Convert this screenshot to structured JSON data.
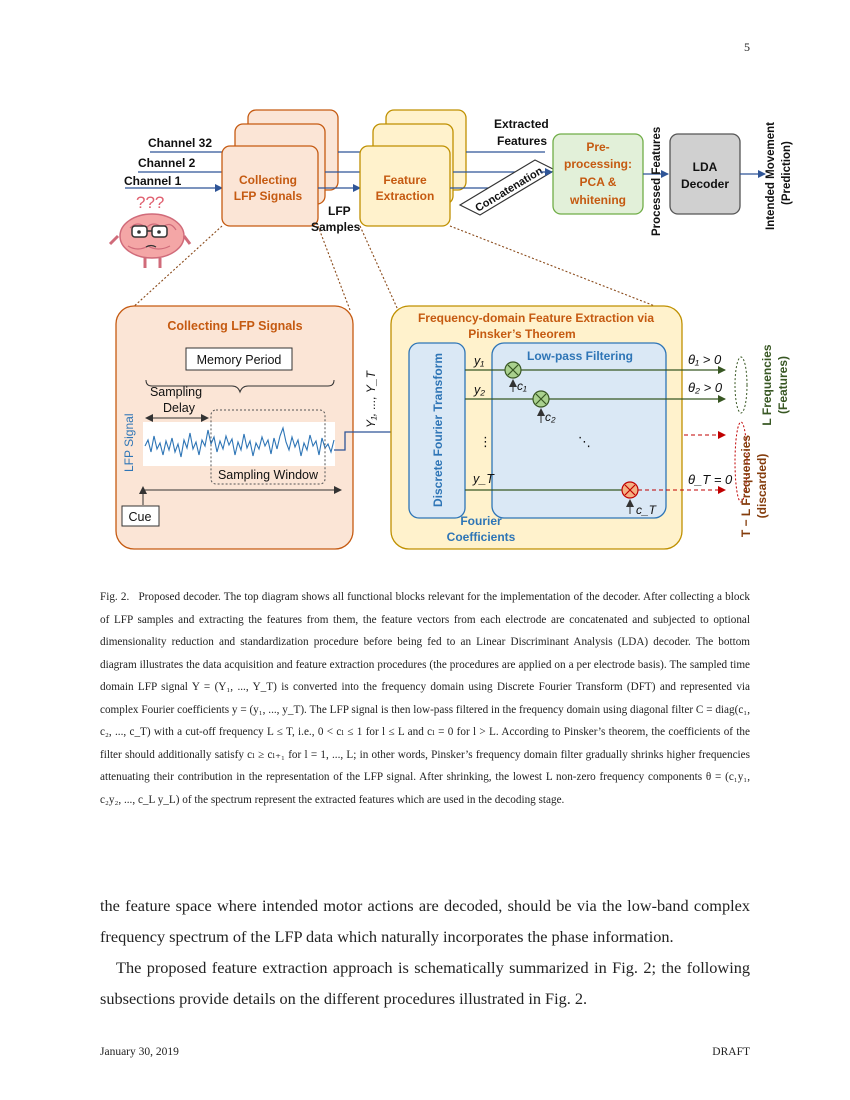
{
  "page_number": "5",
  "figure": {
    "top": {
      "channel_32": "Channel 32",
      "channel_2": "Channel 2",
      "channel_1": "Channel 1",
      "question_marks": "???",
      "collecting_line1": "Collecting",
      "collecting_line2": "LFP Signals",
      "lfp_samples_line1": "LFP",
      "lfp_samples_line2": "Samples",
      "feature_line1": "Feature",
      "feature_line2": "Extraction",
      "extracted_line1": "Extracted",
      "extracted_line2": "Features",
      "concatenation": "Concatenation",
      "pre_line1": "Pre-",
      "pre_line2": "processing:",
      "pre_line3": "PCA &",
      "pre_line4": "whitening",
      "processed_features": "Processed Features",
      "lda_line1": "LDA",
      "lda_line2": "Decoder",
      "intended_line1": "Intended Movement",
      "intended_line2": "(Prediction)"
    },
    "left_panel": {
      "title": "Collecting LFP Signals",
      "memory_period": "Memory Period",
      "sampling_delay_line1": "Sampling",
      "sampling_delay_line2": "Delay",
      "lfp_signal": "LFP Signal",
      "sampling_window": "Sampling Window",
      "cue": "Cue",
      "y_sequence": "Y₁, ..., Y_T"
    },
    "right_panel": {
      "title_line1": "Frequency-domain Feature Extraction via",
      "title_line2": "Pinsker’s Theorem",
      "dft": "Discrete Fourier Transform",
      "low_pass": "Low-pass Filtering",
      "y1": "y₁",
      "y2": "y₂",
      "vdots": "⋮",
      "yT": "y_T",
      "c1": "c₁",
      "c2": "c₂",
      "ddots": "⋱",
      "cT": "c_T",
      "fourier_line1": "Fourier",
      "fourier_line2": "Coefficients",
      "theta1": "θ₁ > 0",
      "theta2": "θ₂ > 0",
      "thetaT": "θ_T = 0",
      "l_freq_line1": "L Frequencies",
      "l_freq_line2": "(Features)",
      "tl_freq_line1": "T − L Frequencies",
      "tl_freq_line2": "(discarded)"
    }
  },
  "caption": {
    "label": "Fig. 2.",
    "text": "Proposed decoder. The top diagram shows all functional blocks relevant for the implementation of the decoder. After collecting a block of LFP samples and extracting the features from them, the feature vectors from each electrode are concatenated and subjected to optional dimensionality reduction and standardization procedure before being fed to an Linear Discriminant Analysis (LDA) decoder. The bottom diagram illustrates the data acquisition and feature extraction procedures (the procedures are applied on a per electrode basis). The sampled time domain LFP signal Y = (Y₁, ..., Y_T) is converted into the frequency domain using Discrete Fourier Transform (DFT) and represented via complex Fourier coefficients y = (y₁, ..., y_T). The LFP signal is then low-pass filtered in the frequency domain using diagonal filter C = diag(c₁, c₂, ..., c_T) with a cut-off frequency L ≤ T, i.e., 0 < cₗ ≤ 1 for l ≤ L and cₗ = 0 for l > L. According to Pinsker’s theorem, the coefficients of the filter should additionally satisfy cₗ ≥ cₗ₊₁ for l = 1, ..., L; in other words, Pinsker’s frequency domain filter gradually shrinks higher frequencies attenuating their contribution in the representation of the LFP signal. After shrinking, the lowest L non-zero frequency components θ = (c₁y₁, c₂y₂, ..., c_L y_L) of the spectrum represent the extracted features which are used in the decoding stage."
  },
  "body": {
    "para1": "the feature space where intended motor actions are decoded, should be via the low-band complex frequency spectrum of the LFP data which naturally incorporates the phase information.",
    "para2": "The proposed feature extraction approach is schematically summarized in Fig. 2; the following subsections provide details on the different procedures illustrated in Fig. 2."
  },
  "footer": {
    "date": "January 30, 2019",
    "status": "DRAFT"
  },
  "colors": {
    "orange_fill": "#fbe5d6",
    "orange_border": "#c55a11",
    "yellow_fill": "#fff2cc",
    "yellow_border": "#bf9000",
    "green_fill": "#e2f0d9",
    "green_border": "#70ad47",
    "blue_fill": "#dae8f5",
    "blue_border": "#2e75b6",
    "gray_fill": "#d0d0d0",
    "arrow_blue": "#2f5597",
    "dark_green": "#385723",
    "brown": "#843c0c"
  }
}
